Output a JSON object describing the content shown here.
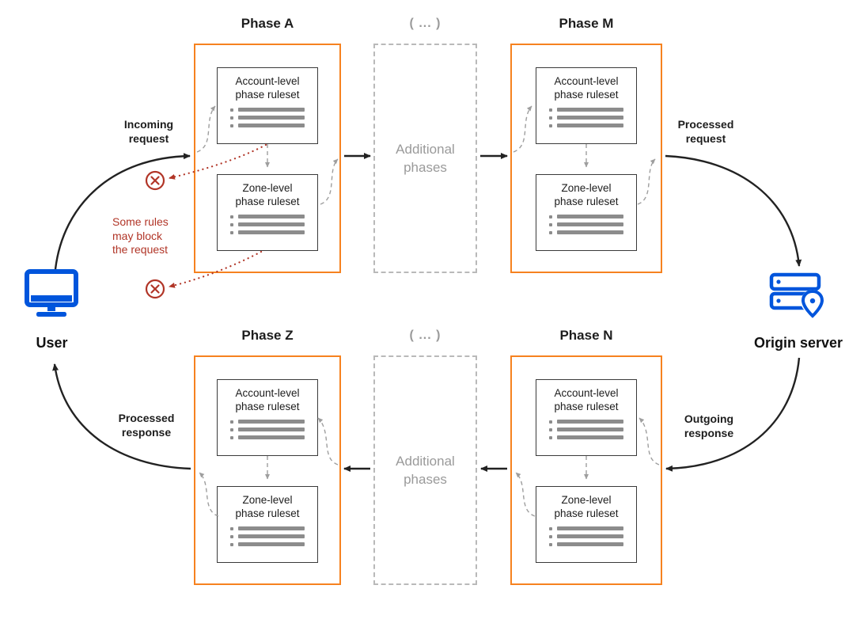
{
  "colors": {
    "phase_border_orange": "#f6821f",
    "node_blue": "#0055dc",
    "alert_red": "#b13527",
    "arrow_black": "#222222",
    "dashed_gray": "#9e9e9e",
    "muted_gray_text": "#9a9a9a",
    "ruleset_bar_gray": "#8c8c8c",
    "text_dark": "#1d1d1d"
  },
  "nodes": {
    "user": {
      "label": "User"
    },
    "origin": {
      "label": "Origin server"
    }
  },
  "phases": [
    {
      "id": "A",
      "title": "Phase A",
      "account_ruleset": "Account-level\nphase ruleset",
      "zone_ruleset": "Zone-level\nphase ruleset"
    },
    {
      "id": "M",
      "title": "Phase M",
      "account_ruleset": "Account-level\nphase ruleset",
      "zone_ruleset": "Zone-level\nphase ruleset"
    },
    {
      "id": "Z",
      "title": "Phase Z",
      "account_ruleset": "Account-level\nphase ruleset",
      "zone_ruleset": "Zone-level\nphase ruleset"
    },
    {
      "id": "N",
      "title": "Phase N",
      "account_ruleset": "Account-level\nphase ruleset",
      "zone_ruleset": "Zone-level\nphase ruleset"
    }
  ],
  "additional_phases": {
    "title": "( ... )",
    "label": "Additional\nphases"
  },
  "edge_labels": {
    "incoming_request": "Incoming\nrequest",
    "processed_request": "Processed\nrequest",
    "outgoing_response": "Outgoing\nresponse",
    "processed_response": "Processed\nresponse"
  },
  "annotations": {
    "block_note": "Some rules\nmay block\nthe request"
  }
}
